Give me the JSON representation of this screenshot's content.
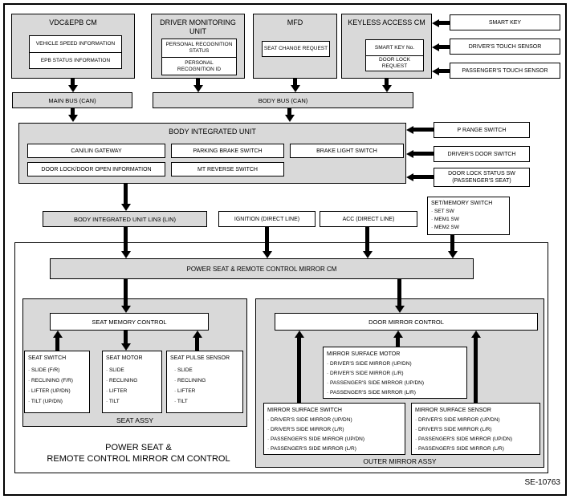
{
  "top_units": [
    {
      "title": "VDC&EPB CM",
      "items": [
        "VEHICLE SPEED INFORMATION",
        "EPB STATUS INFORMATION"
      ]
    },
    {
      "title": "DRIVER MONITORING\nUNIT",
      "items": [
        "PERSONAL RECOGNITION\nSTATUS",
        "PERSONAL\nRECOGNITION ID"
      ]
    },
    {
      "title": "MFD",
      "items": [
        "SEAT CHANGE REQUEST"
      ]
    },
    {
      "title": "KEYLESS ACCESS CM",
      "items": [
        "SMART KEY No.",
        "DOOR LOCK REQUEST"
      ]
    }
  ],
  "key_inputs": [
    "SMART KEY",
    "DRIVER'S TOUCH SENSOR",
    "PASSENGER'S TOUCH SENSOR"
  ],
  "buses": {
    "main": "MAIN BUS (CAN)",
    "body": "BODY BUS (CAN)"
  },
  "body_integrated_unit": {
    "title": "BODY INTEGRATED UNIT",
    "modules": [
      "CAN/LIN GATEWAY",
      "PARKING BRAKE SWITCH",
      "BRAKE LIGHT SWITCH",
      "DOOR LOCK/DOOR OPEN INFORMATION",
      "MT REVERSE SWITCH"
    ]
  },
  "biu_inputs": [
    "P RANGE SWITCH",
    "DRIVER'S DOOR SWITCH",
    "DOOR LOCK STATUS SW\n(PASSENGER'S SEAT)"
  ],
  "mid_row": {
    "lin3": "BODY INTEGRATED UNIT LIN3 (LIN)",
    "ignition": "IGNITION (DIRECT LINE)",
    "acc": "ACC (DIRECT LINE)",
    "set_memory": {
      "title": "SET/MEMORY SWITCH",
      "items": [
        "· SET SW",
        "· MEM1 SW",
        "· MEM2 SW"
      ]
    }
  },
  "power_seat_cm": "POWER SEAT & REMOTE CONTROL MIRROR CM",
  "seat_assy": {
    "label": "SEAT ASSY",
    "control": "SEAT MEMORY CONTROL",
    "switch": {
      "title": "SEAT SWITCH",
      "items": [
        "· SLIDE (F/R)",
        "· RECLINING (F/R)",
        "· LIFTER (UP/DN)",
        "· TILT (UP/DN)"
      ]
    },
    "motor": {
      "title": "SEAT MOTOR",
      "items": [
        "· SLIDE",
        "· RECLINING",
        "· LIFTER",
        "· TILT"
      ]
    },
    "pulse_sensor": {
      "title": "SEAT PULSE SENSOR",
      "items": [
        "· SLIDE",
        "· RECLINING",
        "· LIFTER",
        "· TILT"
      ]
    }
  },
  "outer_mirror_assy": {
    "label": "OUTER MIRROR ASSY",
    "control": "DOOR MIRROR CONTROL",
    "motor": {
      "title": "MIRROR SURFACE MOTOR",
      "items": [
        "· DRIVER'S SIDE MIRROR (UP/DN)",
        "· DRIVER'S SIDE MIRROR (L/R)",
        "· PASSENGER'S SIDE MIRROR (UP/DN)",
        "· PASSENGER'S SIDE MIRROR (L/R)"
      ]
    },
    "switch": {
      "title": "MIRROR SURFACE SWITCH",
      "items": [
        "· DRIVER'S SIDE MIRROR (UP/DN)",
        "· DRIVER'S SIDE MIRROR (L/R)",
        "· PASSENGER'S SIDE MIRROR (UP/DN)",
        "· PASSENGER'S SIDE MIRROR (L/R)"
      ]
    },
    "sensor": {
      "title": "MIRROR SURFACE SENSOR",
      "items": [
        "· DRIVER'S SIDE MIRROR (UP/DN)",
        "· DRIVER'S SIDE MIRROR (L/R)",
        "· PASSENGER'S SIDE MIRROR (UP/DN)",
        "· PASSENGER'S SIDE MIRROR (L/R)"
      ]
    }
  },
  "caption": "POWER SEAT &\nREMOTE CONTROL MIRROR CM CONTROL",
  "figure_code": "SE-10763",
  "colors": {
    "unit_fill": "#d9d9d9",
    "line": "#000000",
    "background": "#ffffff"
  }
}
